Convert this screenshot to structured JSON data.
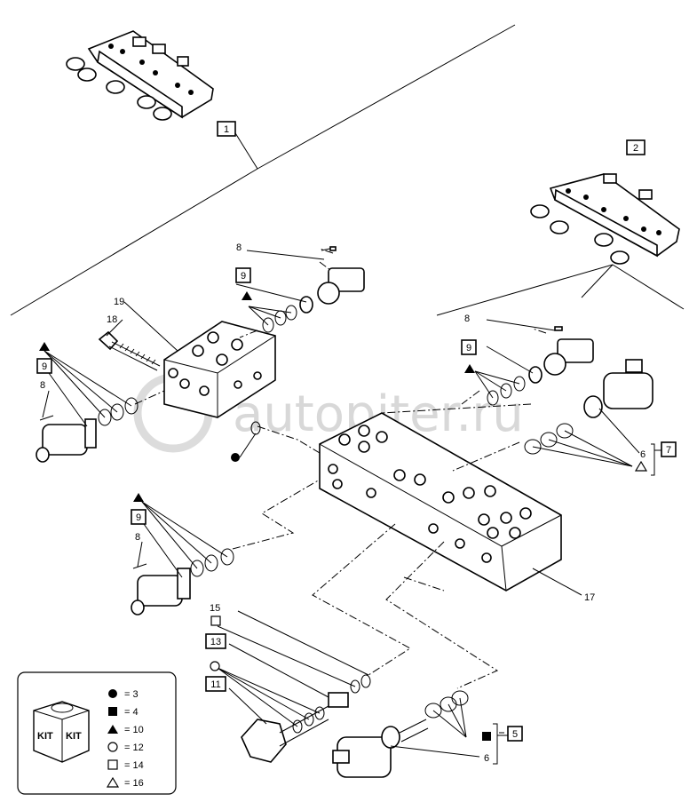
{
  "watermark": "autopiter.ru",
  "callouts": {
    "c1": "1",
    "c2": "2",
    "c5": "5",
    "c6a": "6",
    "c6b": "6",
    "c7": "7",
    "c8a": "8",
    "c8b": "8",
    "c8c": "8",
    "c8d": "8",
    "c9a": "9",
    "c9b": "9",
    "c9c": "9",
    "c9d": "9",
    "c11": "11",
    "c13": "13",
    "c15": "15",
    "c17": "17",
    "c18": "18",
    "c19": "19"
  },
  "kit": {
    "label_left": "KIT",
    "label_right": "KIT",
    "legend": [
      {
        "symbol": "filled-circle",
        "text": "= 3"
      },
      {
        "symbol": "filled-square",
        "text": "= 4"
      },
      {
        "symbol": "filled-triangle",
        "text": "= 10"
      },
      {
        "symbol": "open-circle",
        "text": "= 12"
      },
      {
        "symbol": "open-square",
        "text": "= 14"
      },
      {
        "symbol": "open-triangle",
        "text": "= 16"
      }
    ]
  }
}
